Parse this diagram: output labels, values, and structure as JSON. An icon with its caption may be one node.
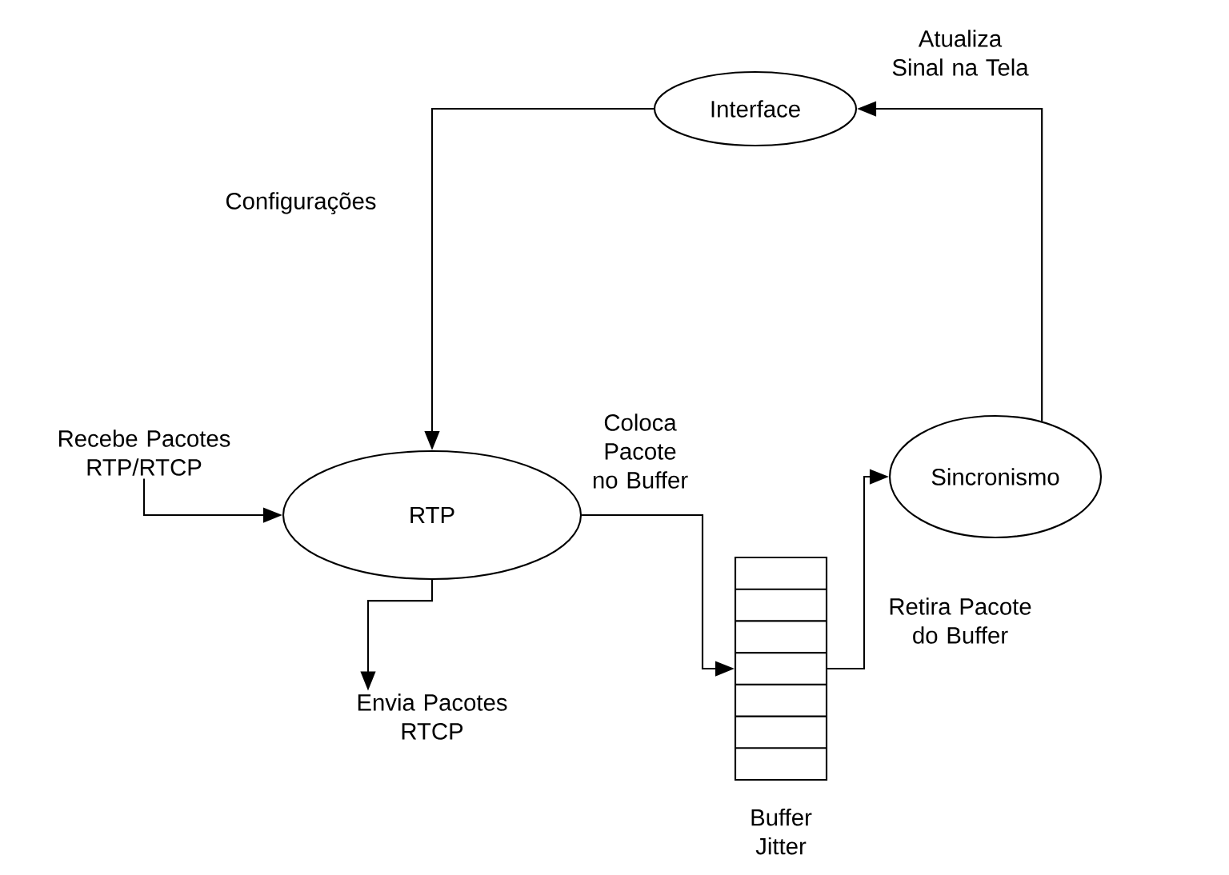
{
  "diagram": {
    "nodes": [
      {
        "text": [
          "Interface"
        ]
      },
      {
        "text": [
          "RTP"
        ]
      },
      {
        "text": [
          "Sincronismo"
        ]
      },
      {
        "text": [],
        "shape": "box",
        "beside": [
          "Buffer Jitter"
        ]
      },
      {
        "text": [
          "Recebe Pacotes RTP/RTCP"
        ]
      },
      {
        "text": [
          "Envia Pacotes RTCP"
        ]
      }
    ],
    "edges": [
      {
        "from": 0,
        "to": 1,
        "arrow": "to",
        "label": "Configurações"
      },
      {
        "from": 4,
        "to": 1,
        "arrow": "to"
      },
      {
        "from": 1,
        "to": 5,
        "arrow": "to"
      },
      {
        "from": 1,
        "to": 3,
        "arrow": "to",
        "label": "Coloca Pacote no Buffer"
      },
      {
        "from": 3,
        "to": 2,
        "arrow": "to",
        "label": "Retira Pacote do Buffer"
      },
      {
        "from": 2,
        "to": 0,
        "arrow": "to",
        "label": "Atualiza Sinal na Tela"
      }
    ]
  }
}
